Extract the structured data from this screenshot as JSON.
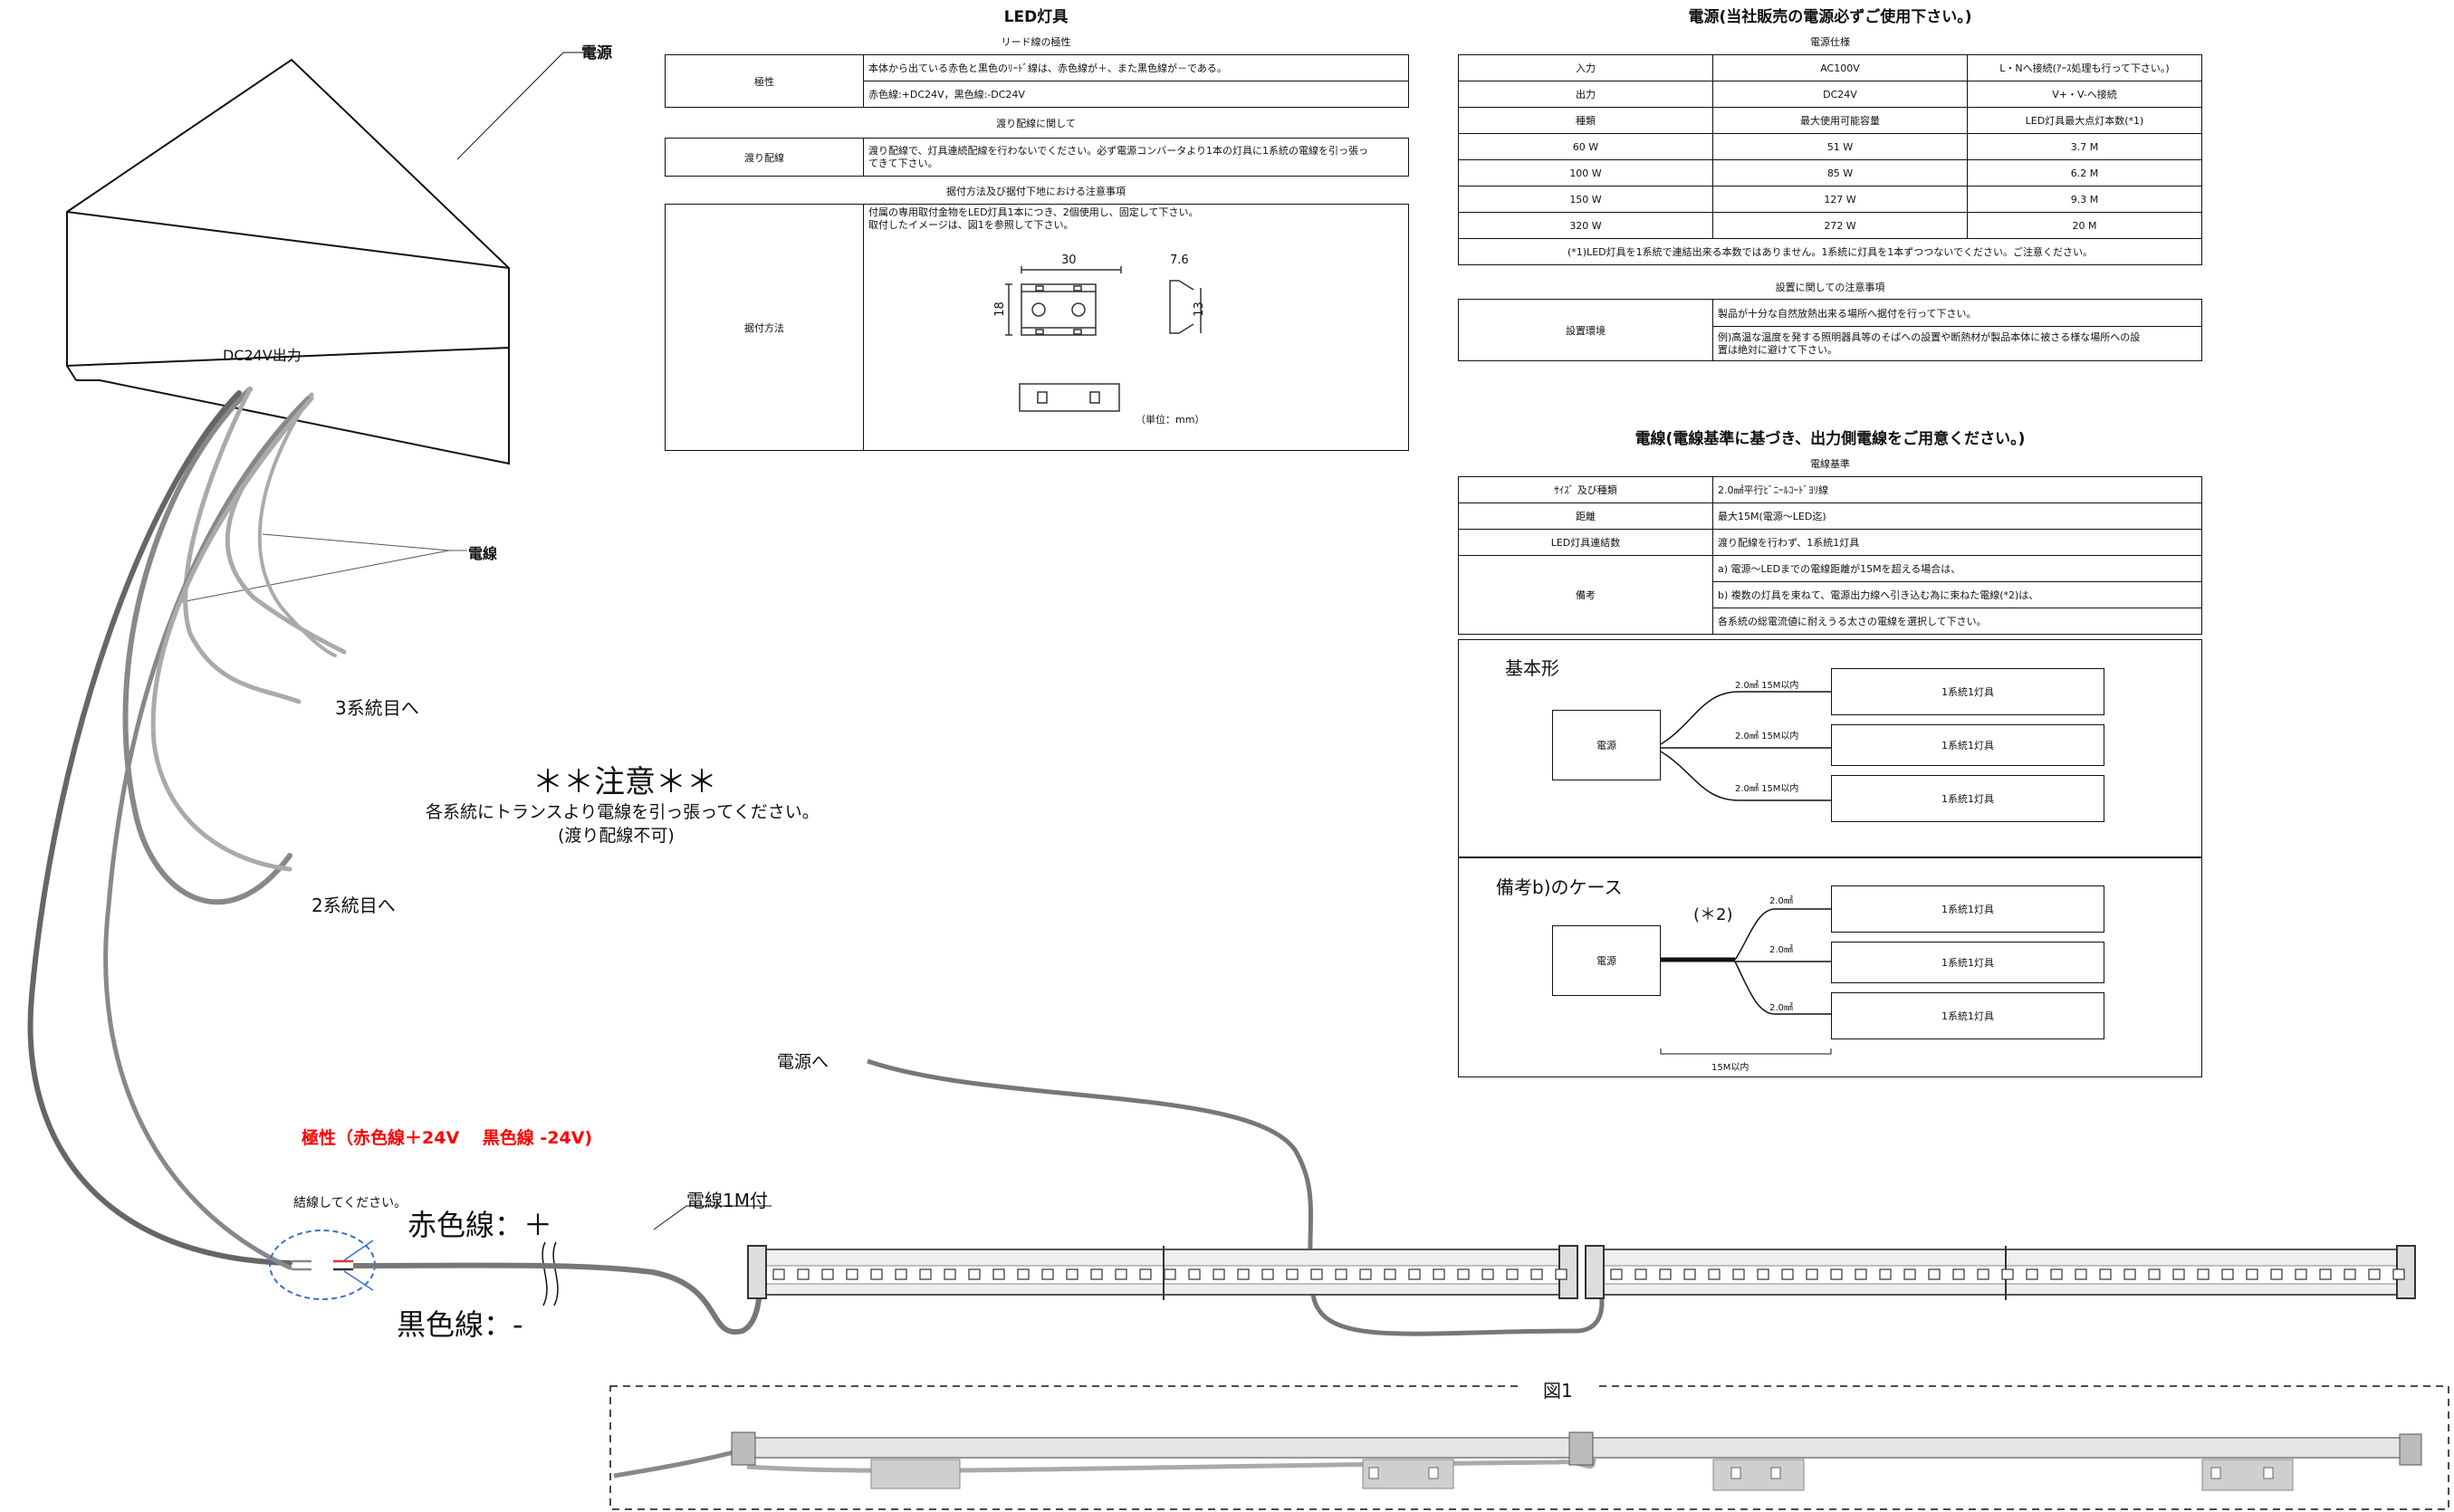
{
  "left": {
    "power_label": "電源",
    "dc_output_label": "DC24V出力",
    "wire_label": "電線",
    "route3_label": "3系統目へ",
    "route2_label": "2系統目へ",
    "warning_title": "＊＊注意＊＊",
    "warning_line1": "各系統にトランスより電線を引っ張ってください。",
    "warning_line2": "(渡り配線不可)",
    "to_power_label": "電源へ",
    "polarity_label": "極性（赤色線＋24V　 黒色線 -24V)",
    "connect_note": "結線してください。",
    "red_wire_label": "赤色線：＋",
    "black_wire_label": "黒色線：-",
    "wire_length_label": "電線1M付",
    "polarity_color": "#ff0000"
  },
  "led": {
    "title": "LED灯具",
    "lead_subtitle": "リード線の極性",
    "polarity_header": "極性",
    "polarity_line1": "本体から出ている赤色と黒色のﾘｰﾄﾞ線は、赤色線が＋、また黒色線が－である。",
    "polarity_line2": "赤色線:+DC24V，黒色線:-DC24V",
    "crossover_subtitle": "渡り配線に関して",
    "crossover_header": "渡り配線",
    "crossover_text_1": "渡り配線で、灯具連続配線を行わないでください。必ず電源コンバータより1本の灯具に1系統の電線を引っ張っ",
    "crossover_text_2": "てきて下さい。",
    "mount_subtitle": "据付方法及び据付下地における注意事項",
    "mount_header": "据付方法",
    "mount_text_1": "付属の専用取付金物をLED灯具1本につき、2個使用し、固定して下さい。",
    "mount_text_2": "取付したイメージは、図1を参照して下さい。",
    "dim_30": "30",
    "dim_18": "18",
    "dim_76": "7.6",
    "dim_13": "13",
    "unit_note": "（単位：mm）"
  },
  "power": {
    "title": "電源(当社販売の電源必ずご使用下さい。)",
    "spec_subtitle": "電源仕様",
    "spec_rows": [
      [
        "入力",
        "AC100V",
        "L・Nへ接続(ｱｰｽ処理も行って下さい。)"
      ],
      [
        "出力",
        "DC24V",
        "V+・V-へ接続"
      ],
      [
        "種類",
        "最大使用可能容量",
        "LED灯具最大点灯本数(*1)"
      ],
      [
        "60 W",
        "51 W",
        "3.7 M"
      ],
      [
        "100 W",
        "85 W",
        "6.2 M"
      ],
      [
        "150 W",
        "127 W",
        "9.3 M"
      ],
      [
        "320 W",
        "272 W",
        "20 M"
      ]
    ],
    "spec_note": "(*1)LED灯具を1系統で連結出来る本数ではありません。1系統に灯具を1本ずつつないでください。ご注意ください。",
    "install_subtitle": "設置に関しての注意事項",
    "install_header": "設置環境",
    "install_text_1": "製品が十分な自然放熱出来る場所へ据付を行って下さい。",
    "install_text_2a": "例)高温な温度を発する照明器具等のそばへの設置や断熱材が製品本体に被さる様な場所への設",
    "install_text_2b": "置は絶対に避けて下さい。"
  },
  "wire": {
    "title": "電線(電線基準に基づき、出力側電線をご用意ください。)",
    "subtitle": "電線基準",
    "rows": [
      [
        "ｻｲｽﾞ 及び種類",
        "2.0㎟平行ﾋﾞﾆｰﾙｺｰﾄﾞﾖﾘ線"
      ],
      [
        "距離",
        "最大15M(電源～LED迄)"
      ],
      [
        "LED灯具連結数",
        "渡り配線を行わず、1系統1灯具"
      ]
    ],
    "remarks_header": "備考",
    "remarks": [
      "a)  電源～LEDまでの電線距離が15Mを超える場合は、",
      "b)  複数の灯具を束ねて、電源出力線へ引き込む為に束ねた電線(*2)は、",
      "各系統の総電流値に耐えうる太さの電線を選択して下さい。"
    ],
    "basic_title": "基本形",
    "power_box": "電源",
    "system_box": "1系統1灯具",
    "basic_wire_label": "2.0㎟  15M以内",
    "case_title": "備考b)のケース",
    "case_marker": "(＊2)",
    "case_wire_label": "2.0㎟",
    "case_distance": "15M以内"
  },
  "figure": {
    "label": "図1"
  }
}
